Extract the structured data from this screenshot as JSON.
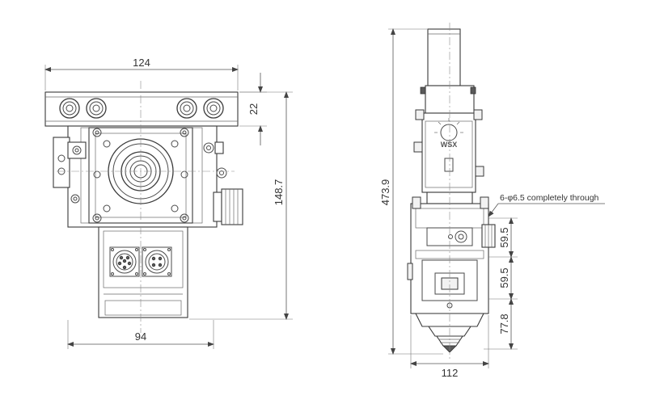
{
  "front_view": {
    "dim_width_top": "124",
    "dim_width_bottom": "94",
    "dim_height_top": "22",
    "dim_height_total": "148.7"
  },
  "side_view": {
    "dim_total_height": "473.9",
    "dim_width_bottom": "112",
    "dim_spacing_1": "59.5",
    "dim_spacing_2": "59.5",
    "dim_spacing_3": "77.8",
    "hole_note": "6-φ6.5 completely through",
    "logo_text": "WSX"
  }
}
